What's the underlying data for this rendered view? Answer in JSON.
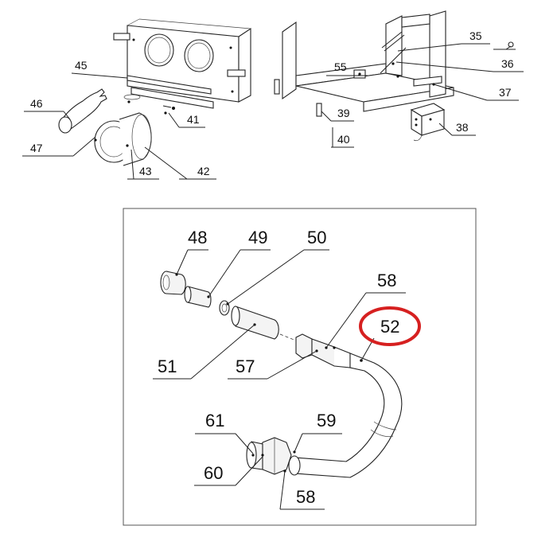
{
  "diagram": {
    "top_labels": [
      "45",
      "46",
      "47",
      "43",
      "42",
      "41",
      "35",
      "55",
      "36",
      "37",
      "39",
      "40",
      "38"
    ],
    "bottom_labels": [
      "48",
      "49",
      "50",
      "58",
      "52",
      "51",
      "57",
      "61",
      "59",
      "60",
      "58"
    ],
    "highlight": {
      "label": "52",
      "color": "#d62020"
    }
  }
}
